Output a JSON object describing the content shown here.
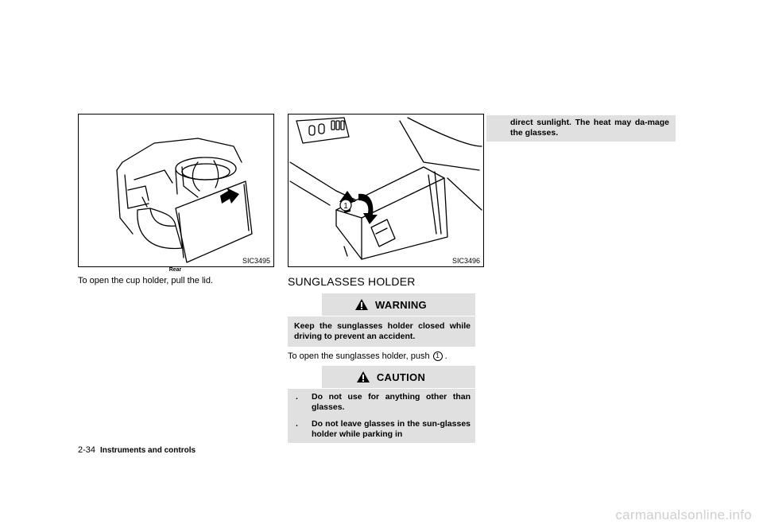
{
  "figures": [
    {
      "code": "SIC3495",
      "caption": "Rear"
    },
    {
      "code": "SIC3496",
      "callout": "1"
    }
  ],
  "cup_holder": {
    "instruction": "To open the cup holder, pull the lid."
  },
  "sunglasses": {
    "heading": "SUNGLASSES HOLDER",
    "warning": {
      "title": "WARNING",
      "text": "Keep the sunglasses holder closed while driving to prevent an accident."
    },
    "instruction_prefix": "To open the sunglasses holder, push",
    "instruction_ref": "1",
    "instruction_suffix": ".",
    "caution": {
      "title": "CAUTION",
      "items": [
        "Do not use for anything other than glasses.",
        "Do not leave glasses in the sun-glasses holder while parking in"
      ],
      "continued": "direct sunlight. The heat may da-mage the glasses."
    }
  },
  "footer": {
    "page_number": "2-34",
    "section": "Instruments and controls"
  },
  "watermark": "carmanualsonline.info"
}
